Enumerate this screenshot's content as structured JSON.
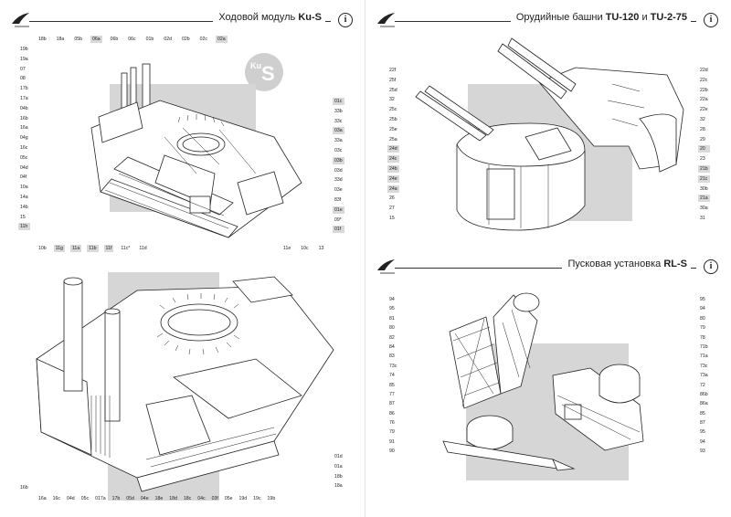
{
  "pages": {
    "top_left": {
      "title": "Ходовой модуль ",
      "title_bold": "Ku-S",
      "info_icon": "i",
      "badge_text": "Ku\nS",
      "top_row": [
        {
          "t": "18b",
          "hl": false
        },
        {
          "t": "18a",
          "hl": false
        },
        {
          "t": "05b",
          "hl": false
        },
        {
          "t": "06a",
          "hl": true
        },
        {
          "t": "06b",
          "hl": false
        },
        {
          "t": "06c",
          "hl": false
        },
        {
          "t": "01b",
          "hl": false
        },
        {
          "t": "02d",
          "hl": false
        },
        {
          "t": "02b",
          "hl": false
        },
        {
          "t": "02c",
          "hl": false
        },
        {
          "t": "02a",
          "hl": true
        }
      ],
      "left_col": [
        {
          "t": "19b",
          "hl": false
        },
        {
          "t": "19a",
          "hl": false
        },
        {
          "t": "07",
          "hl": false
        },
        {
          "t": "08",
          "hl": false
        },
        {
          "t": "17b",
          "hl": false
        },
        {
          "t": "17a",
          "hl": false
        },
        {
          "t": "04b",
          "hl": false
        },
        {
          "t": "16b",
          "hl": false
        },
        {
          "t": "16a",
          "hl": false
        },
        {
          "t": "04g",
          "hl": false
        },
        {
          "t": "16c",
          "hl": false
        },
        {
          "t": "05c",
          "hl": false
        },
        {
          "t": "04d",
          "hl": false
        },
        {
          "t": "04f",
          "hl": false
        },
        {
          "t": "10a",
          "hl": false
        },
        {
          "t": "14a",
          "hl": false
        },
        {
          "t": "14b",
          "hl": false
        },
        {
          "t": "15",
          "hl": false
        },
        {
          "t": "11h",
          "hl": true
        }
      ],
      "right_col": [
        {
          "t": "01c",
          "hl": true
        },
        {
          "t": "33b",
          "hl": false
        },
        {
          "t": "33c",
          "hl": false
        },
        {
          "t": "03a",
          "hl": true
        },
        {
          "t": "33a",
          "hl": false
        },
        {
          "t": "03c",
          "hl": false
        },
        {
          "t": "03b",
          "hl": true
        },
        {
          "t": "03d",
          "hl": false
        },
        {
          "t": "33d",
          "hl": false
        },
        {
          "t": "03e",
          "hl": false
        },
        {
          "t": "83f",
          "hl": false
        },
        {
          "t": "01e",
          "hl": true
        },
        {
          "t": "09*",
          "hl": false
        },
        {
          "t": "01f",
          "hl": true
        }
      ],
      "bottom_row": [
        {
          "t": "10b",
          "hl": false
        },
        {
          "t": "11g",
          "hl": true
        },
        {
          "t": "11a",
          "hl": true
        },
        {
          "t": "11b",
          "hl": true
        },
        {
          "t": "11f",
          "hl": true
        },
        {
          "t": "11c*",
          "hl": false
        },
        {
          "t": "11d",
          "hl": false
        }
      ],
      "bottom_row_right": [
        {
          "t": "11e",
          "hl": false
        },
        {
          "t": "10c",
          "hl": false
        },
        {
          "t": "13",
          "hl": false
        }
      ]
    },
    "bottom_left": {
      "left_col": [
        {
          "t": "16b",
          "hl": false
        }
      ],
      "right_col": [
        {
          "t": "01d",
          "hl": false
        },
        {
          "t": "01a",
          "hl": false
        },
        {
          "t": "18b",
          "hl": false
        },
        {
          "t": "18a",
          "hl": false
        }
      ],
      "bottom_row": [
        {
          "t": "16a",
          "hl": false
        },
        {
          "t": "16c",
          "hl": false
        },
        {
          "t": "04d",
          "hl": false
        },
        {
          "t": "05c",
          "hl": false
        },
        {
          "t": "017a",
          "hl": false
        },
        {
          "t": "17b",
          "hl": false
        },
        {
          "t": "05d",
          "hl": false
        },
        {
          "t": "04e",
          "hl": false
        },
        {
          "t": "18e",
          "hl": false
        },
        {
          "t": "18d",
          "hl": false
        },
        {
          "t": "18c",
          "hl": false
        },
        {
          "t": "04c",
          "hl": false
        },
        {
          "t": "03f",
          "hl": false
        },
        {
          "t": "05e",
          "hl": false
        },
        {
          "t": "19d",
          "hl": false
        },
        {
          "t": "19c",
          "hl": false
        },
        {
          "t": "19b",
          "hl": false
        }
      ]
    },
    "top_right": {
      "title": "Орудийные башни ",
      "title_bold_1": "TU-120",
      "title_mid": " и ",
      "title_bold_2": "TU-2-75",
      "info_icon": "i",
      "left_col": [
        {
          "t": "22f",
          "hl": false
        },
        {
          "t": "25f",
          "hl": false
        },
        {
          "t": "25d",
          "hl": false
        },
        {
          "t": "32",
          "hl": false
        },
        {
          "t": "25c",
          "hl": false
        },
        {
          "t": "25b",
          "hl": false
        },
        {
          "t": "25e",
          "hl": false
        },
        {
          "t": "25a",
          "hl": false
        },
        {
          "t": "24d",
          "hl": true
        },
        {
          "t": "24c",
          "hl": true
        },
        {
          "t": "24b",
          "hl": true
        },
        {
          "t": "24e",
          "hl": true
        },
        {
          "t": "24a",
          "hl": true
        },
        {
          "t": "26",
          "hl": false
        },
        {
          "t": "27",
          "hl": false
        },
        {
          "t": "15",
          "hl": false
        }
      ],
      "right_col": [
        {
          "t": "22d",
          "hl": false
        },
        {
          "t": "22c",
          "hl": false
        },
        {
          "t": "22b",
          "hl": false
        },
        {
          "t": "22a",
          "hl": false
        },
        {
          "t": "22e",
          "hl": false
        },
        {
          "t": "32",
          "hl": false
        },
        {
          "t": "28",
          "hl": false
        },
        {
          "t": "29",
          "hl": false
        },
        {
          "t": "20",
          "hl": true
        },
        {
          "t": "23",
          "hl": false
        },
        {
          "t": "21b",
          "hl": true
        },
        {
          "t": "21c",
          "hl": true
        },
        {
          "t": "30b",
          "hl": false
        },
        {
          "t": "21a",
          "hl": true
        },
        {
          "t": "30a",
          "hl": false
        },
        {
          "t": "31",
          "hl": false
        }
      ]
    },
    "bottom_right": {
      "title": "Пусковая установка ",
      "title_bold": "RL-S",
      "info_icon": "i",
      "left_col": [
        {
          "t": "94",
          "hl": false
        },
        {
          "t": "95",
          "hl": false
        },
        {
          "t": "81",
          "hl": false
        },
        {
          "t": "80",
          "hl": false
        },
        {
          "t": "82",
          "hl": false
        },
        {
          "t": "84",
          "hl": false
        },
        {
          "t": "83",
          "hl": false
        },
        {
          "t": "73c",
          "hl": false
        },
        {
          "t": "74",
          "hl": false
        },
        {
          "t": "85",
          "hl": false
        },
        {
          "t": "77",
          "hl": false
        },
        {
          "t": "87",
          "hl": false
        },
        {
          "t": "86",
          "hl": false
        },
        {
          "t": "76",
          "hl": false
        },
        {
          "t": "79",
          "hl": false
        },
        {
          "t": "91",
          "hl": false
        },
        {
          "t": "90",
          "hl": false
        }
      ],
      "right_col": [
        {
          "t": "95",
          "hl": false
        },
        {
          "t": "94",
          "hl": false
        },
        {
          "t": "80",
          "hl": false
        },
        {
          "t": "79",
          "hl": false
        },
        {
          "t": "78",
          "hl": false
        },
        {
          "t": "71b",
          "hl": false
        },
        {
          "t": "71a",
          "hl": false
        },
        {
          "t": "73c",
          "hl": false
        },
        {
          "t": "73a",
          "hl": false
        },
        {
          "t": "72",
          "hl": false
        },
        {
          "t": "86b",
          "hl": false
        },
        {
          "t": "86a",
          "hl": false
        },
        {
          "t": "85",
          "hl": false
        },
        {
          "t": "87",
          "hl": false
        },
        {
          "t": "95",
          "hl": false
        },
        {
          "t": "94",
          "hl": false
        },
        {
          "t": "93",
          "hl": false
        }
      ]
    }
  },
  "colors": {
    "highlight": "#d9d9d9",
    "line": "#222222",
    "grey_block": "#d6d6d6"
  }
}
